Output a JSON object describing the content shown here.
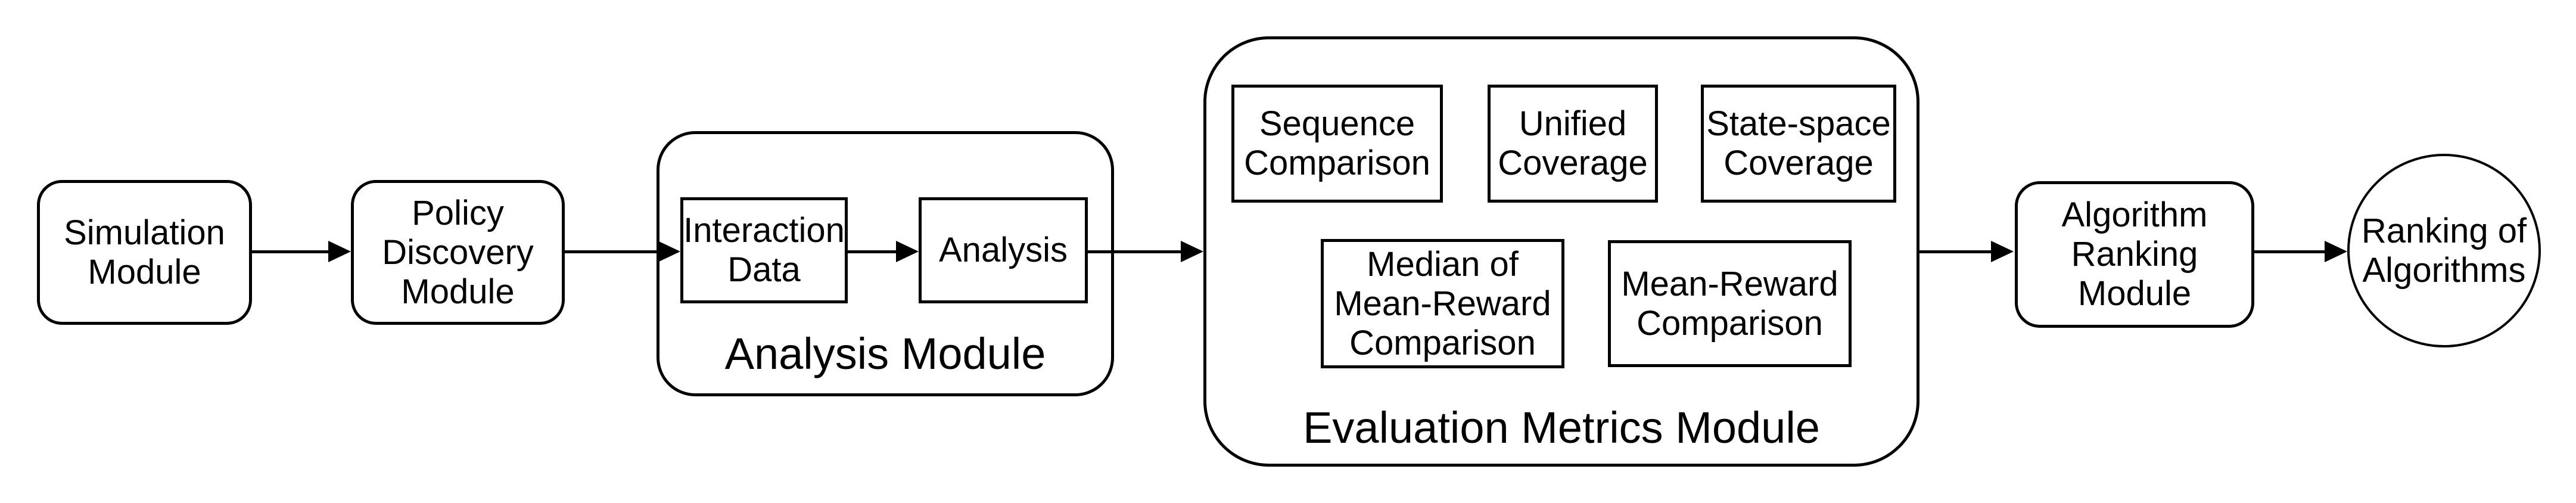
{
  "diagram": {
    "background_color": "#ffffff",
    "stroke_color": "#000000",
    "nodes": {
      "simulation": {
        "label": "Simulation\nModule"
      },
      "policy_discovery": {
        "label": "Policy\nDiscovery\nModule"
      },
      "interaction_data": {
        "label": "Interaction\nData"
      },
      "analysis": {
        "label": "Analysis"
      },
      "sequence_comparison": {
        "label": "Sequence\nComparison"
      },
      "unified_coverage": {
        "label": "Unified\nCoverage"
      },
      "state_space_coverage": {
        "label": "State-space\nCoverage"
      },
      "median_of_mean_reward_comparison": {
        "label": "Median of\nMean-Reward\nComparison"
      },
      "mean_reward_comparison": {
        "label": "Mean-Reward\nComparison"
      },
      "algorithm_ranking": {
        "label": "Algorithm\nRanking\nModule"
      },
      "ranking_of_algorithms": {
        "label": "Ranking of\nAlgorithms"
      }
    },
    "containers": {
      "analysis_module": {
        "label": "Analysis Module"
      },
      "evaluation_metrics_module": {
        "label": "Evaluation Metrics Module"
      }
    },
    "connections": [
      {
        "from": "Simulation Module",
        "to": "Policy Discovery Module"
      },
      {
        "from": "Policy Discovery Module",
        "to": "Interaction Data"
      },
      {
        "from": "Interaction Data",
        "to": "Analysis"
      },
      {
        "from": "Analysis Module",
        "to": "Evaluation Metrics Module"
      },
      {
        "from": "Evaluation Metrics Module",
        "to": "Algorithm Ranking Module"
      },
      {
        "from": "Algorithm Ranking Module",
        "to": "Ranking of Algorithms"
      }
    ]
  }
}
